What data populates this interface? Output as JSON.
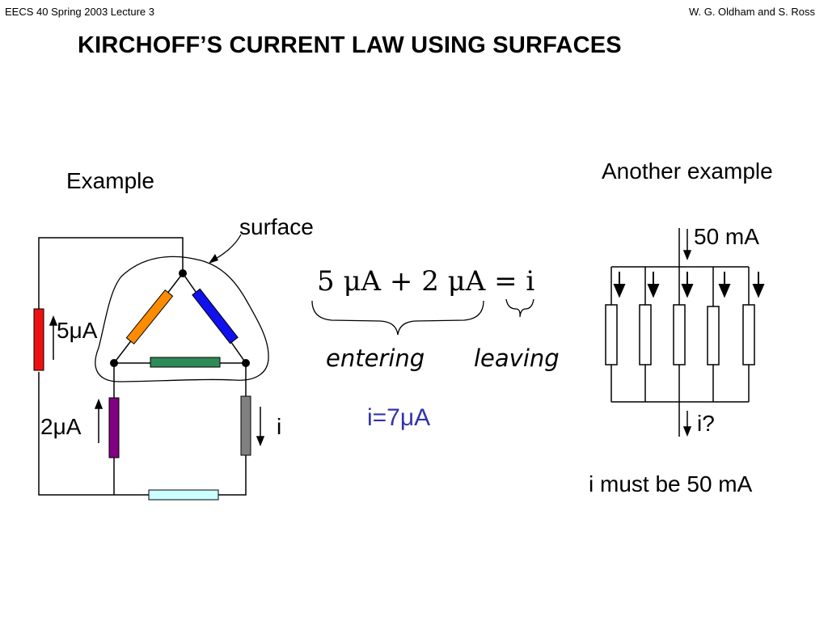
{
  "header": {
    "left": "EECS 40  Spring 2003  Lecture 3",
    "right": "W. G. Oldham and S. Ross"
  },
  "title": "KIRCHOFF’S CURRENT LAW USING SURFACES",
  "example": {
    "heading": "Example",
    "surface_label": "surface",
    "current_5": "5μA",
    "current_2": "2μA",
    "current_i": "i",
    "resistor_colors": {
      "red": "#ee1111",
      "orange": "#ff8c00",
      "blue": "#1111ee",
      "green": "#2e8b57",
      "purple": "#800080",
      "gray": "#808080",
      "cyan": "#ccffff"
    }
  },
  "equation": {
    "text": "5 μA + 2 μA = i",
    "entering": "entering",
    "leaving": "leaving",
    "result": "i=7μA",
    "result_color": "#3333aa"
  },
  "another_example": {
    "heading": "Another example",
    "input_current": "50 mA",
    "output_current": "i?",
    "conclusion": "i must be 50 mA"
  }
}
